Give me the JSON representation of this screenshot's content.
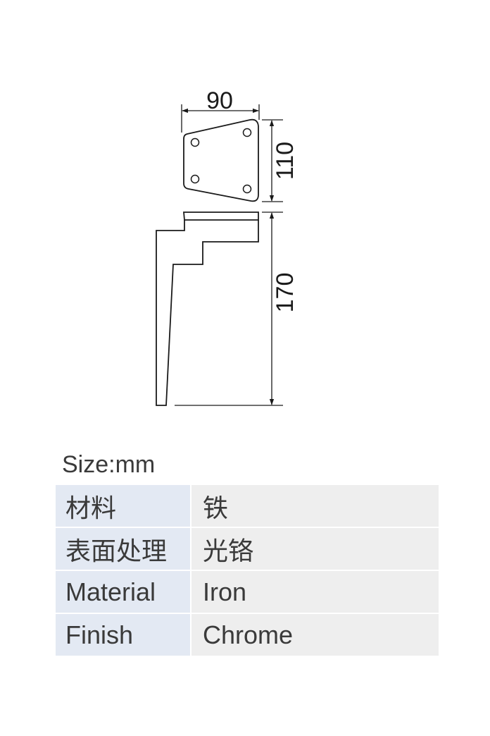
{
  "drawing": {
    "dim_width": "90",
    "dim_plate_height": "110",
    "dim_leg_height": "170"
  },
  "size_label": "Size:mm",
  "specs": [
    {
      "key": "材料",
      "value": "铁"
    },
    {
      "key": "表面处理",
      "value": "光铬"
    },
    {
      "key": "Material",
      "value": "Iron"
    },
    {
      "key": "Finish",
      "value": "Chrome"
    }
  ],
  "colors": {
    "line": "#1a1a1a",
    "key_bg": "#e3e9f3",
    "value_bg": "#eeeeee",
    "text": "#3a3a3a"
  }
}
